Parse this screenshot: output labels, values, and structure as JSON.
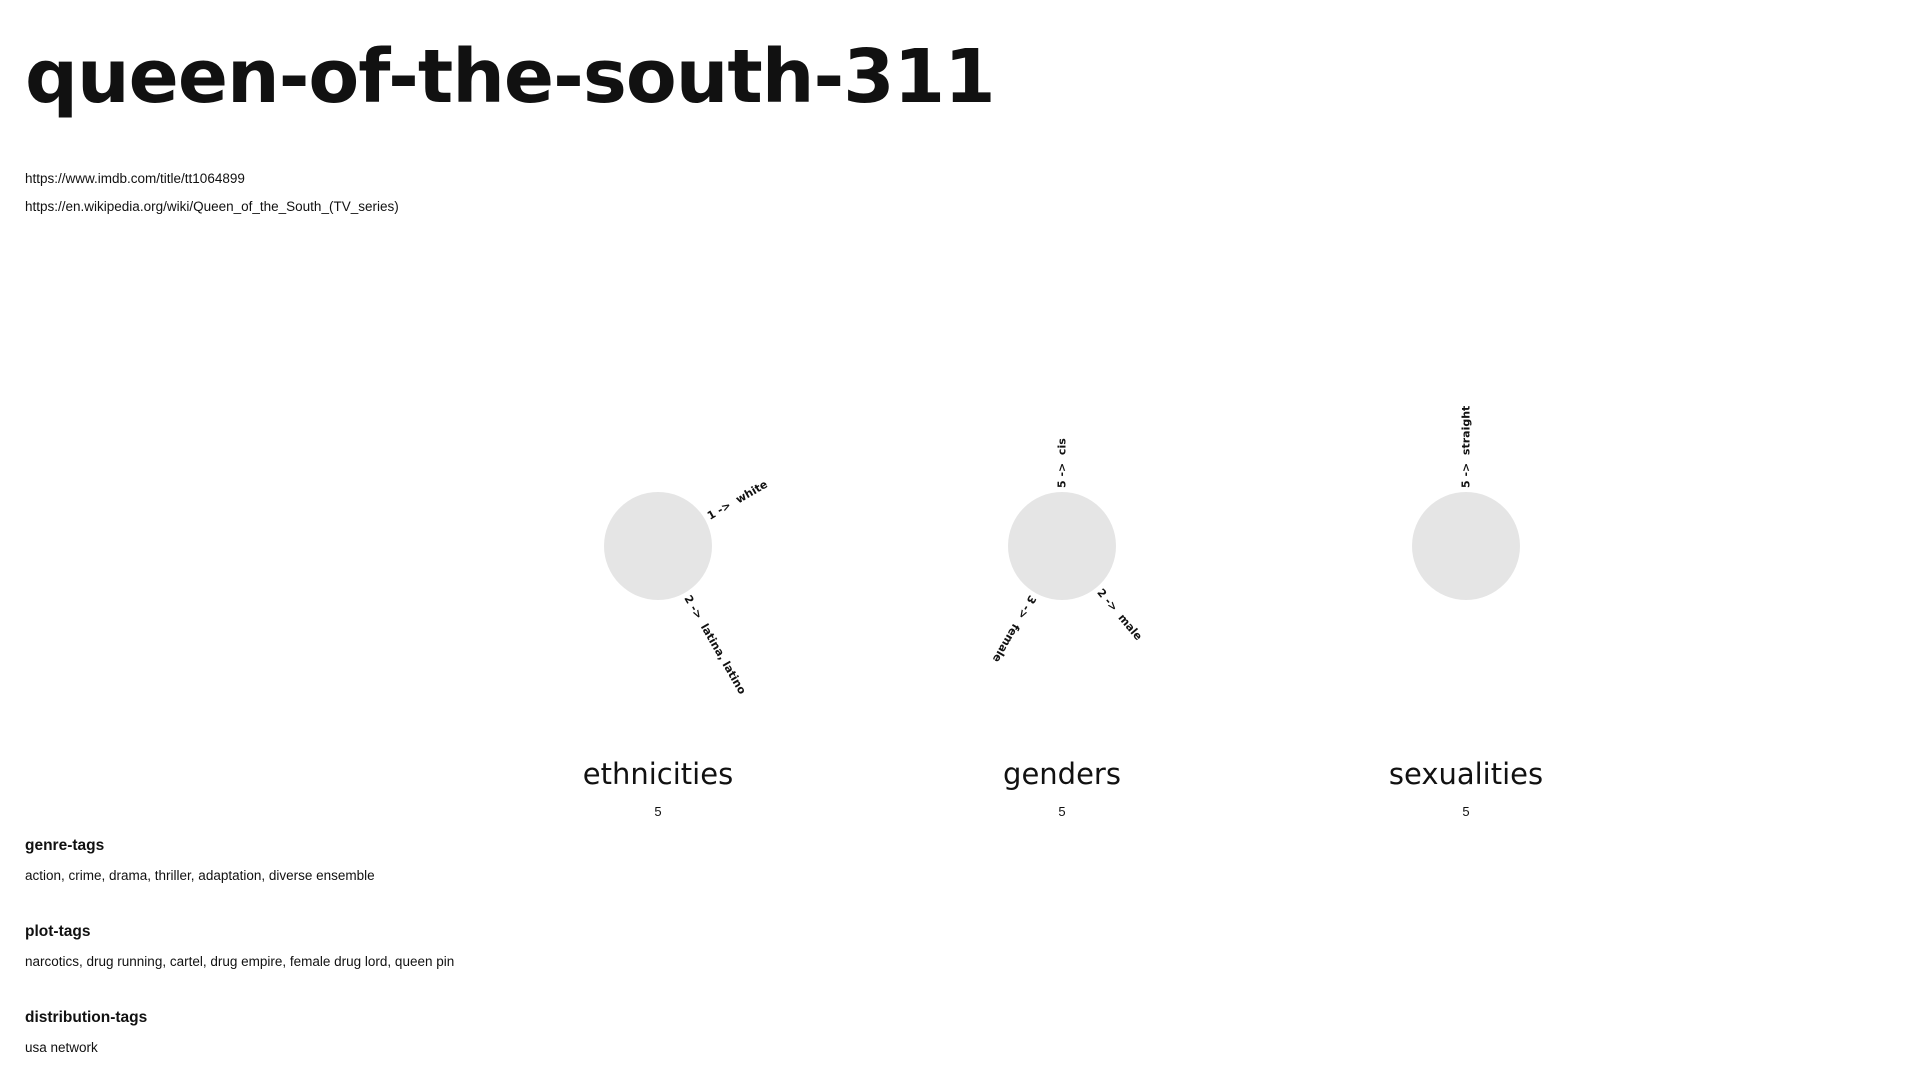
{
  "title": "queen-of-the-south-311",
  "links": {
    "imdb": "https://www.imdb.com/title/tt1064899",
    "wikipedia": "https://en.wikipedia.org/wiki/Queen_of_the_South_(TV_series)"
  },
  "diagram": {
    "node_color": "#e5e5e5",
    "groups": [
      {
        "key": "ethnicities",
        "label": "ethnicities",
        "total": "5",
        "branches": [
          {
            "label": "1 ->  white",
            "count": 1,
            "direction_deg": 60
          },
          {
            "label": "2 ->  latina, latino",
            "count": 2,
            "direction_deg": 150
          }
        ]
      },
      {
        "key": "genders",
        "label": "genders",
        "total": "5",
        "branches": [
          {
            "label": "5 ->  cis",
            "count": 5,
            "direction_deg": 0
          },
          {
            "label": "2 ->  male",
            "count": 2,
            "direction_deg": 140
          },
          {
            "label": "3 ->  female",
            "count": 3,
            "direction_deg": 210
          }
        ]
      },
      {
        "key": "sexualities",
        "label": "sexualities",
        "total": "5",
        "branches": [
          {
            "label": "5 ->  straight",
            "count": 5,
            "direction_deg": 0
          }
        ]
      }
    ]
  },
  "tags": {
    "genre": {
      "heading": "genre-tags",
      "items": "action, crime, drama, thriller, adaptation, diverse ensemble"
    },
    "plot": {
      "heading": "plot-tags",
      "items": "narcotics, drug running, cartel, drug empire, female drug lord, queen pin"
    },
    "distribution": {
      "heading": "distribution-tags",
      "items": "usa network"
    }
  }
}
